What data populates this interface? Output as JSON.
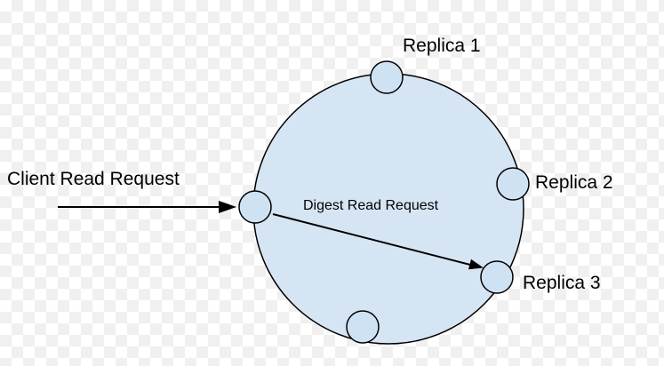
{
  "diagram": {
    "labels": {
      "client_request": "Client Read Request",
      "digest_request": "Digest Read Request",
      "replica1": "Replica 1",
      "replica2": "Replica 2",
      "replica3": "Replica 3"
    },
    "colors": {
      "ring_fill": "#d6e5f3",
      "node_fill": "#cfe2f3",
      "stroke": "#000000"
    }
  }
}
